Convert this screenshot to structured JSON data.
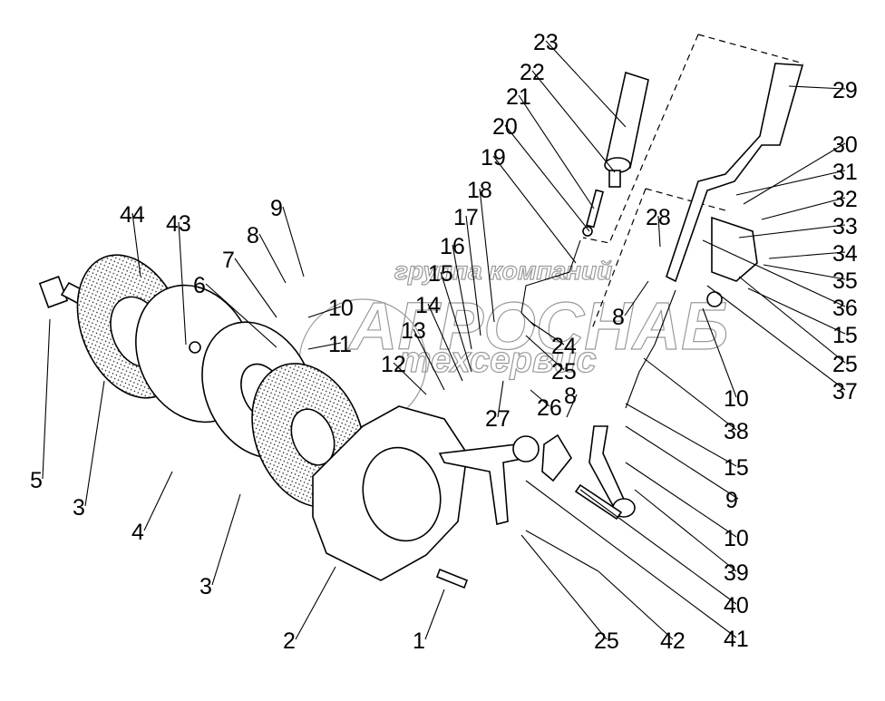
{
  "figure": {
    "type": "exploded-parts-diagram",
    "subject": "brake / clutch assembly with control lever linkage",
    "colors": {
      "ink": "#000000",
      "background": "#ffffff",
      "watermark": "#9a9a9a"
    }
  },
  "watermark": {
    "line1": "группа компаний",
    "line2": "АГРОСНАБ",
    "line3": "техсервис"
  },
  "callouts": [
    {
      "id": "c1",
      "label": "1"
    },
    {
      "id": "c2",
      "label": "2"
    },
    {
      "id": "c3a",
      "label": "3"
    },
    {
      "id": "c3b",
      "label": "3"
    },
    {
      "id": "c4",
      "label": "4"
    },
    {
      "id": "c5",
      "label": "5"
    },
    {
      "id": "c6",
      "label": "6"
    },
    {
      "id": "c7",
      "label": "7"
    },
    {
      "id": "c8a",
      "label": "8"
    },
    {
      "id": "c8b",
      "label": "8"
    },
    {
      "id": "c8c",
      "label": "8"
    },
    {
      "id": "c9a",
      "label": "9"
    },
    {
      "id": "c9b",
      "label": "9"
    },
    {
      "id": "c10a",
      "label": "10"
    },
    {
      "id": "c10b",
      "label": "10"
    },
    {
      "id": "c10c",
      "label": "10"
    },
    {
      "id": "c11",
      "label": "11"
    },
    {
      "id": "c12",
      "label": "12"
    },
    {
      "id": "c13",
      "label": "13"
    },
    {
      "id": "c14",
      "label": "14"
    },
    {
      "id": "c15a",
      "label": "15"
    },
    {
      "id": "c15b",
      "label": "15"
    },
    {
      "id": "c15c",
      "label": "15"
    },
    {
      "id": "c16",
      "label": "16"
    },
    {
      "id": "c17",
      "label": "17"
    },
    {
      "id": "c18",
      "label": "18"
    },
    {
      "id": "c19",
      "label": "19"
    },
    {
      "id": "c20",
      "label": "20"
    },
    {
      "id": "c21",
      "label": "21"
    },
    {
      "id": "c22",
      "label": "22"
    },
    {
      "id": "c23",
      "label": "23"
    },
    {
      "id": "c24",
      "label": "24"
    },
    {
      "id": "c25a",
      "label": "25"
    },
    {
      "id": "c25b",
      "label": "25"
    },
    {
      "id": "c25c",
      "label": "25"
    },
    {
      "id": "c26",
      "label": "26"
    },
    {
      "id": "c27",
      "label": "27"
    },
    {
      "id": "c28",
      "label": "28"
    },
    {
      "id": "c29",
      "label": "29"
    },
    {
      "id": "c30",
      "label": "30"
    },
    {
      "id": "c31",
      "label": "31"
    },
    {
      "id": "c32",
      "label": "32"
    },
    {
      "id": "c33",
      "label": "33"
    },
    {
      "id": "c34",
      "label": "34"
    },
    {
      "id": "c35",
      "label": "35"
    },
    {
      "id": "c36",
      "label": "36"
    },
    {
      "id": "c37",
      "label": "37"
    },
    {
      "id": "c38",
      "label": "38"
    },
    {
      "id": "c39",
      "label": "39"
    },
    {
      "id": "c40",
      "label": "40"
    },
    {
      "id": "c41",
      "label": "41"
    },
    {
      "id": "c42",
      "label": "42"
    },
    {
      "id": "c43",
      "label": "43"
    },
    {
      "id": "c44",
      "label": "44"
    }
  ]
}
